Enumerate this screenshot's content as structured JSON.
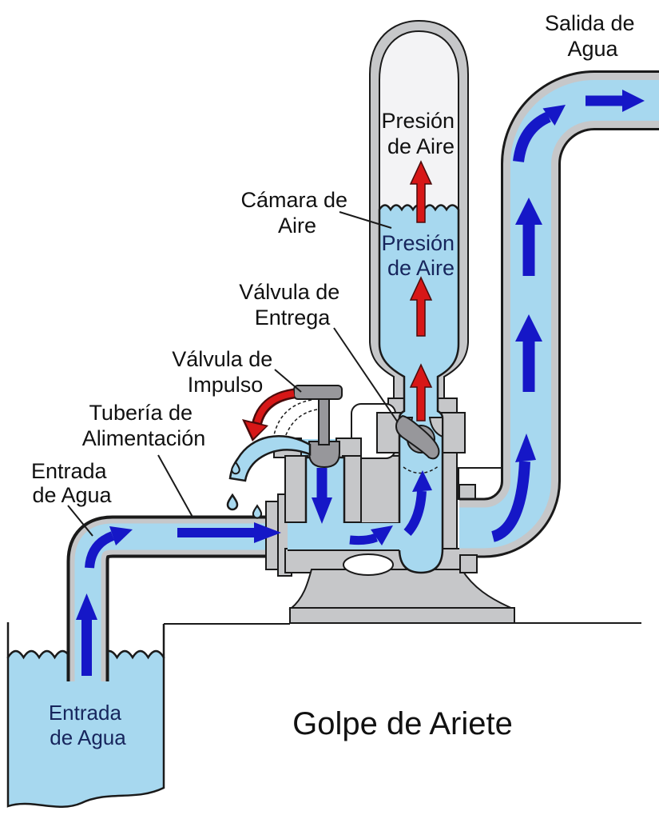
{
  "title": "Golpe de Ariete",
  "labels": {
    "salida": {
      "line1": "Salida de",
      "line2": "Agua"
    },
    "presion_top": {
      "line1": "Presión",
      "line2": "de Aire"
    },
    "camara": {
      "line1": "Cámara de",
      "line2": "Aire"
    },
    "presion_bottom": {
      "line1": "Presión",
      "line2": "de Aire"
    },
    "valvula_entrega": {
      "line1": "Válvula de",
      "line2": "Entrega"
    },
    "valvula_impulso": {
      "line1": "Válvula de",
      "line2": "Impulso"
    },
    "tuberia": {
      "line1": "Tubería de",
      "line2": "Alimentación"
    },
    "entrada_label": {
      "line1": "Entrada",
      "line2": "de Agua"
    },
    "entrada_tank": {
      "line1": "Entrada",
      "line2": "de Agua"
    }
  },
  "colors": {
    "water": "#a7d8ef",
    "metal": "#c6c7c9",
    "metal_dark": "#97979b",
    "outline": "#1a1a1a",
    "arrow_blue": "#1517c7",
    "arrow_red": "#d71717",
    "red_dark": "#4a0b0b",
    "text_navy": "#17255c",
    "text_black": "#111111",
    "air": "#f3f3f5"
  }
}
